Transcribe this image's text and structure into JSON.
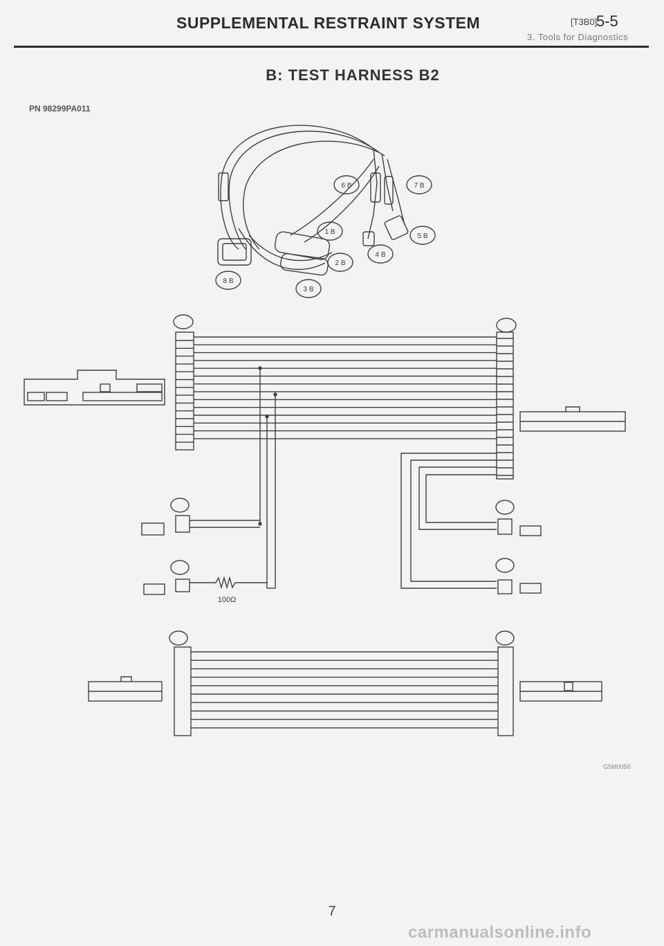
{
  "header": {
    "title": "SUPPLEMENTAL RESTRAINT SYSTEM",
    "code": "[T3B0]",
    "page": "5-5",
    "subtitle": "3. Tools for Diagnostics"
  },
  "section_title": "B: TEST HARNESS B2",
  "part_number": "PN 98299PA011",
  "connectors": {
    "c6B": "6 B",
    "c7B": "7 B",
    "c1B": "1 B",
    "c5B": "5 B",
    "c4B": "4 B",
    "c2B": "2 B",
    "c8B": "8 B",
    "c3B": "3 B"
  },
  "resistor_label": "100Ω",
  "figure_code": "G5M0050",
  "page_number": "7",
  "watermark": "carmanualsonline.info",
  "colors": {
    "ink": "#3a3a3a",
    "paper": "#f4f3f1",
    "watermark": "#bdbdbd"
  }
}
